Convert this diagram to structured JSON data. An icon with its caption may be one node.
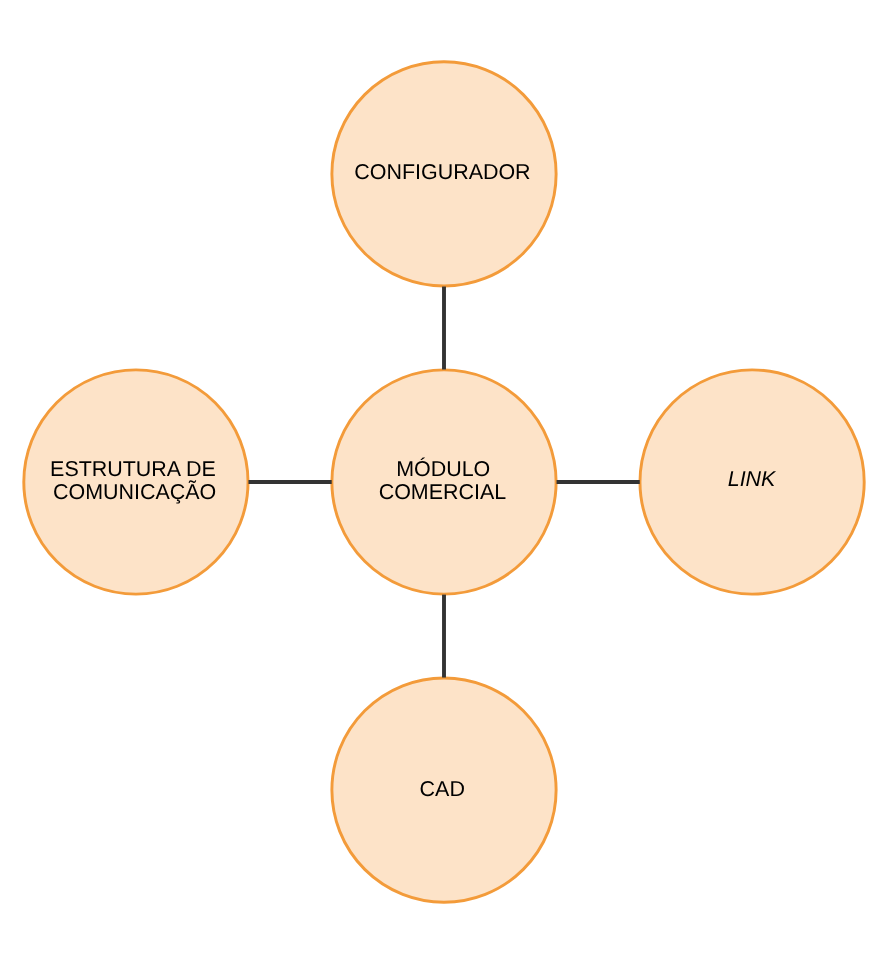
{
  "diagram": {
    "nodes": [
      {
        "text": [
          "CONFIGURADOR"
        ]
      },
      {
        "text": [
          "ESTRUTURA DE COMUNICAÇÃO"
        ]
      },
      {
        "text": [
          "MÓDULO COMERCIAL"
        ]
      },
      {
        "text": [
          "LINK"
        ]
      },
      {
        "text": [
          "CAD"
        ]
      }
    ],
    "edges": [
      {
        "from": 0,
        "to": 2,
        "arrow": "none"
      },
      {
        "from": 1,
        "to": 2,
        "arrow": "none"
      },
      {
        "from": 2,
        "to": 3,
        "arrow": "none"
      },
      {
        "from": 2,
        "to": 4,
        "arrow": "none"
      }
    ]
  }
}
